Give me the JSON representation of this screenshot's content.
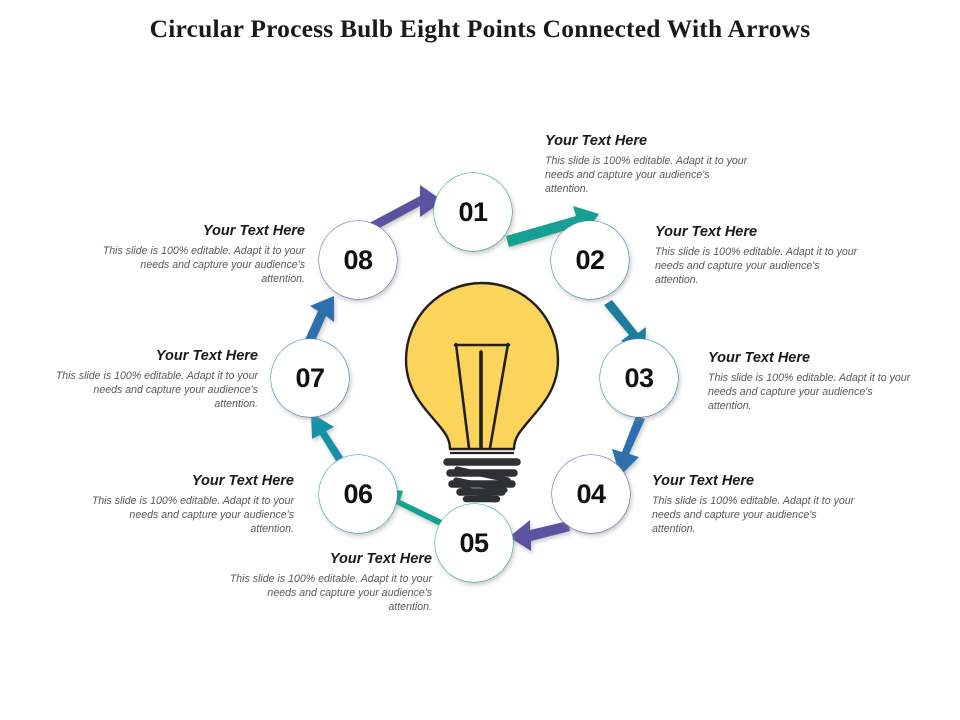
{
  "slide": {
    "title": "Circular Process Bulb Eight Points Connected With Arrows",
    "background": "#ffffff"
  },
  "center_graphic": {
    "icon": "light-bulb-icon",
    "glass_color": "#fbd45c",
    "outline_color": "#231f20",
    "base_color": "#2f3033"
  },
  "common": {
    "heading": "Your Text Here",
    "body": "This slide is 100% editable. Adapt it to your needs and capture your audience's attention."
  },
  "steps": [
    {
      "number": "01",
      "color": "#119b8e",
      "heading": "Your Text Here",
      "body": "This slide is 100% editable. Adapt it to your needs and capture your audience's attention.",
      "align": "left"
    },
    {
      "number": "02",
      "color": "#1d7e9c",
      "heading": "Your Text Here",
      "body": "This slide is 100% editable. Adapt it to your needs and capture your audience's attention.",
      "align": "left"
    },
    {
      "number": "03",
      "color": "#2f6fae",
      "heading": "Your Text Here",
      "body": "This slide is 100% editable. Adapt it to your needs and capture your audience's attention.",
      "align": "left"
    },
    {
      "number": "04",
      "color": "#5b52a0",
      "heading": "Your Text Here",
      "body": "This slide is 100% editable. Adapt it to your needs and capture your audience's attention.",
      "align": "left"
    },
    {
      "number": "05",
      "color": "#18a08e",
      "heading": "Your Text Here",
      "body": "This slide is 100% editable. Adapt it to your needs and capture your audience's attention.",
      "align": "right"
    },
    {
      "number": "06",
      "color": "#1792a8",
      "heading": "Your Text Here",
      "body": "This slide is 100% editable. Adapt it to your needs and capture your audience's attention.",
      "align": "right"
    },
    {
      "number": "07",
      "color": "#2f6fae",
      "heading": "Your Text Here",
      "body": "This slide is 100% editable. Adapt it to your needs and capture your audience's attention.",
      "align": "right"
    },
    {
      "number": "08",
      "color": "#5b52a0",
      "heading": "Your Text Here",
      "body": "This slide is 100% editable. Adapt it to your needs and capture your audience's attention.",
      "align": "right"
    }
  ],
  "flow": {
    "direction": "clockwise",
    "sequence": [
      "01",
      "02",
      "03",
      "04",
      "05",
      "06",
      "07",
      "08",
      "01"
    ]
  }
}
